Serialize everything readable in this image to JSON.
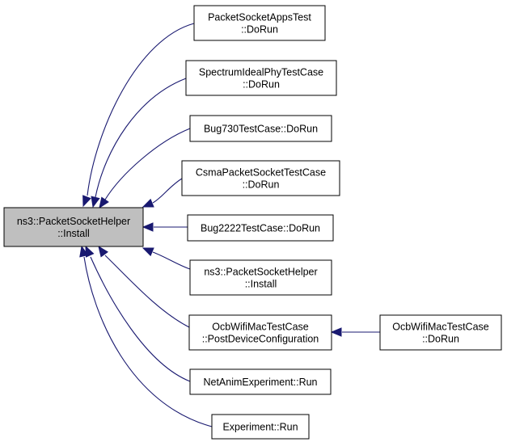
{
  "colors": {
    "root_fill": "#bfbfbf",
    "node_fill": "#ffffff",
    "node_border": "#000000",
    "edge": "#191970"
  },
  "root": {
    "id": "root",
    "lines": [
      "ns3::PacketSocketHelper",
      "::Install"
    ]
  },
  "callers": [
    {
      "id": "psat",
      "lines": [
        "PacketSocketAppsTest",
        "::DoRun"
      ]
    },
    {
      "id": "sipt",
      "lines": [
        "SpectrumIdealPhyTestCase",
        "::DoRun"
      ]
    },
    {
      "id": "b730",
      "lines": [
        "Bug730TestCase::DoRun"
      ]
    },
    {
      "id": "cpst",
      "lines": [
        "CsmaPacketSocketTestCase",
        "::DoRun"
      ]
    },
    {
      "id": "b2222",
      "lines": [
        "Bug2222TestCase::DoRun"
      ]
    },
    {
      "id": "psh2",
      "lines": [
        "ns3::PacketSocketHelper",
        "::Install"
      ]
    },
    {
      "id": "owpdc",
      "lines": [
        "OcbWifiMacTestCase",
        "::PostDeviceConfiguration"
      ]
    },
    {
      "id": "nae",
      "lines": [
        "NetAnimExperiment::Run"
      ]
    },
    {
      "id": "exp",
      "lines": [
        "Experiment::Run"
      ]
    },
    {
      "id": "owdr",
      "lines": [
        "OcbWifiMacTestCase",
        "::DoRun"
      ]
    }
  ],
  "edges": [
    {
      "from": "psat",
      "to": "root"
    },
    {
      "from": "sipt",
      "to": "root"
    },
    {
      "from": "b730",
      "to": "root"
    },
    {
      "from": "cpst",
      "to": "root"
    },
    {
      "from": "b2222",
      "to": "root"
    },
    {
      "from": "psh2",
      "to": "root"
    },
    {
      "from": "owpdc",
      "to": "root"
    },
    {
      "from": "nae",
      "to": "root"
    },
    {
      "from": "exp",
      "to": "root"
    },
    {
      "from": "owdr",
      "to": "owpdc"
    }
  ]
}
